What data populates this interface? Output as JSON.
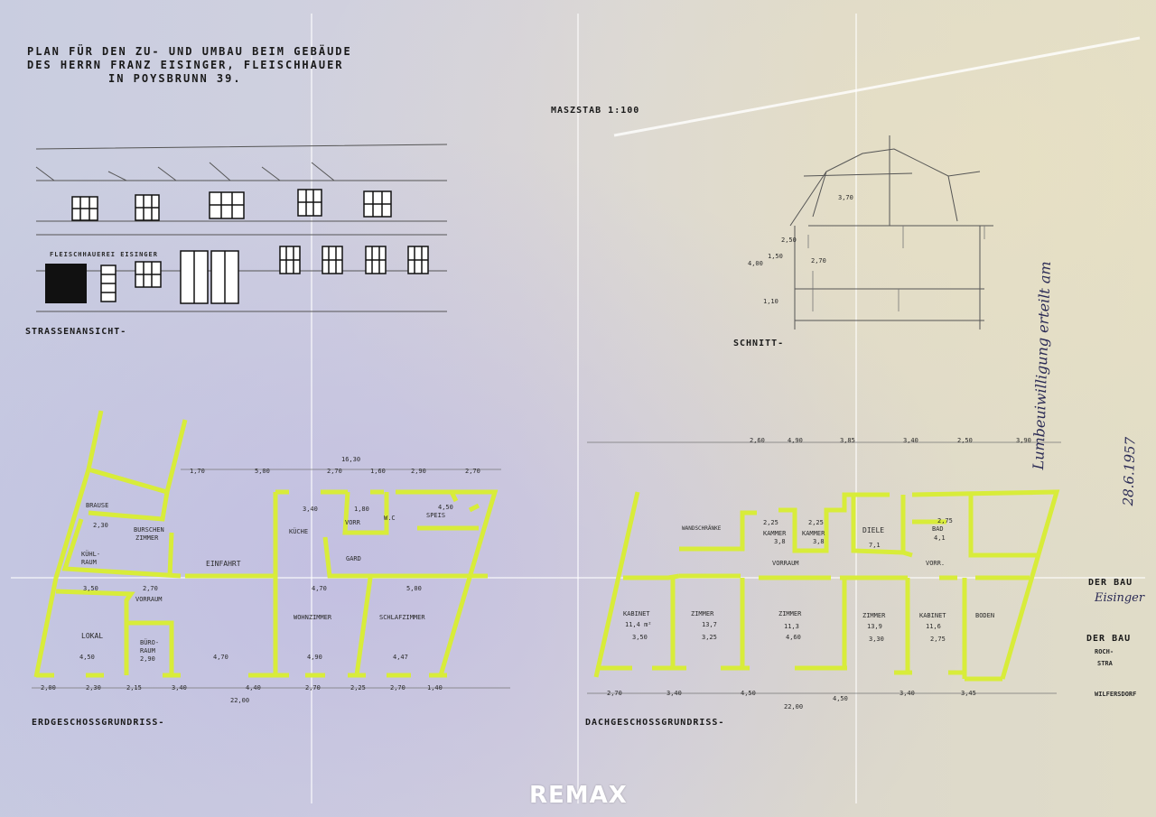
{
  "title": {
    "line1": "PLAN FÜR DEN ZU- UND UMBAU BEIM GEBÄUDE",
    "line2": "DES HERRN FRANZ EISINGER, FLEISCHHAUER",
    "line3": "IN POYSBRUNN 39."
  },
  "scale": "MASZSTAB 1:100",
  "views": {
    "street": "STRASSENANSICHT-",
    "section": "SCHNITT-",
    "ground": "ERDGESCHOSSGRUNDRISS-",
    "attic": "DACHGESCHOSSGRUNDRISS-"
  },
  "shop_sign": "FLEISCHHAUEREI EISINGER",
  "ground_rooms": {
    "brause": "BRAUSE",
    "burschen1": "BURSCHEN",
    "burschen2": "ZIMMER",
    "kuehl1": "KÜHL-",
    "kuehl2": "RAUM",
    "einfahrt": "EINFAHRT",
    "vorraum": "VORRAUM",
    "lokal": "LOKAL",
    "buero1": "BÜRO-",
    "buero2": "RAUM",
    "kueche": "KÜCHE",
    "vorr": "VORR",
    "wc": "W.C",
    "speis": "SPEIS",
    "gard": "GARD",
    "wohnzimmer": "WOHNZIMMER",
    "schlafzimmer": "SCHLAFZIMMER"
  },
  "attic_rooms": {
    "wandschraenke": "WANDSCHRÄNKE",
    "kammer1": "KAMMER",
    "kammer1_area": "3,8",
    "kammer2": "KAMMER",
    "kammer2_area": "3,8",
    "diele": "DIELE",
    "diele_area": "7,1",
    "bad": "BAD",
    "bad_area": "4,1",
    "vorraum": "VORRAUM",
    "vorr": "VORR.",
    "kabinet1": "KABINET",
    "kabinet1_area": "11,4 m²",
    "zimmer1": "ZIMMER",
    "zimmer1_area": "13,7",
    "zimmer2": "ZIMMER",
    "zimmer2_area": "11,3",
    "zimmer3": "ZIMMER",
    "zimmer3_area": "13,9",
    "kabinet2": "KABINET",
    "kabinet2_area": "11,6",
    "boden": "BODEN"
  },
  "dims_ground_top": [
    "1,70",
    "5,00",
    "2,70",
    "1,60",
    "2,90",
    "2,70"
  ],
  "dims_ground_total_top": "16,30",
  "dims_ground_bottom": [
    "2,00",
    "2,30",
    "2,15",
    "3,40",
    "4,40",
    "2,70",
    "2,25",
    "2,70",
    "1,40"
  ],
  "dims_ground_total_bottom": "22,00",
  "dims_ground_inner": [
    "2,30",
    "3,50",
    "2,70",
    "4,50",
    "2,90",
    "4,70",
    "4,70",
    "5,00",
    "4,47",
    "4,90",
    "3,40",
    "1,80",
    "4,50"
  ],
  "dims_attic_top": [
    "2,60",
    "4,90",
    "3,85",
    "3,40",
    "2,50",
    "3,90"
  ],
  "dims_attic_bottom": [
    "2,70",
    "3,40",
    "4,50",
    "4,50",
    "3,40",
    "3,45"
  ],
  "dims_attic_total_bottom": "22,00",
  "dims_attic_inner": [
    "2,25",
    "2,25",
    "3,50",
    "3,25",
    "4,60",
    "3,30",
    "2,75",
    "2,75"
  ],
  "dims_section": [
    "4,00",
    "1,50",
    "2,50",
    "1,10",
    "3,70",
    "2,70"
  ],
  "margin_note": {
    "line1": "Lumbeuiwilligung erteilt am",
    "line2": "28.6.1957"
  },
  "stamp": {
    "label1": "DER BAU",
    "label2": "DER BAU",
    "lines": [
      "ROCH-",
      "STRA",
      "WILFERSDORF"
    ],
    "signature": "Eisinger"
  },
  "footer_logo": "REMAX"
}
